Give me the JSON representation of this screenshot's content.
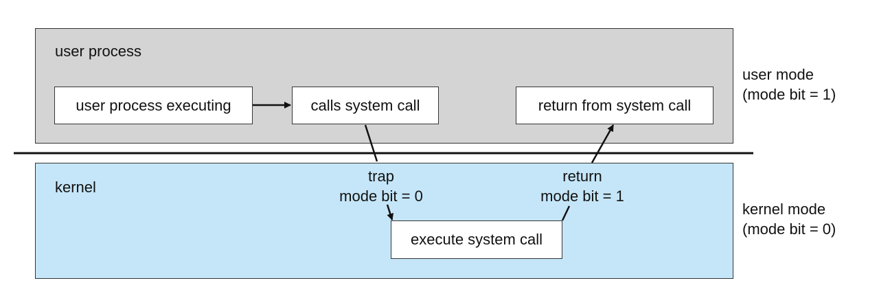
{
  "user_region": {
    "title": "user process",
    "boxes": {
      "executing": "user process executing",
      "calls": "calls system call",
      "return": "return from system call"
    },
    "mode_label": [
      "user mode",
      "(mode bit = 1)"
    ]
  },
  "kernel_region": {
    "title": "kernel",
    "boxes": {
      "execute": "execute system call"
    },
    "mode_label": [
      "kernel mode",
      "(mode bit = 0)"
    ]
  },
  "transitions": {
    "trap": [
      "trap",
      "mode bit = 0"
    ],
    "return": [
      "return",
      "mode bit = 1"
    ]
  },
  "colors": {
    "user_bg": "#d4d4d4",
    "kernel_bg": "#c5e6f8",
    "line": "#111111"
  }
}
